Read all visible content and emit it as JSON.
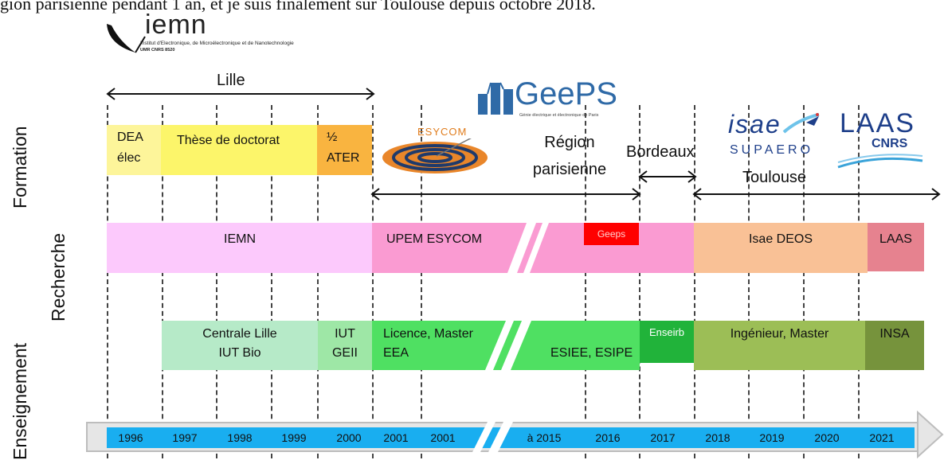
{
  "top_text": "gion parisienne pendant 1 an, et je suis finalement sur Toulouse depuis octobre 2018.",
  "row_labels": {
    "formation": "Formation",
    "recherche": "Recherche",
    "enseignement": "Enseignement"
  },
  "logos": {
    "iemn": {
      "name": "iemn",
      "subtitle": "Institut d'Electronique, de Microélectronique et de Nanotechnologie",
      "unit": "UMR CNRS 8520"
    },
    "geeps": {
      "name": "GeePS",
      "subtitle": "Génie électrique et électronique de Paris"
    },
    "esycom": {
      "name": "ESYCOM"
    },
    "isae": {
      "line1": "isae",
      "line2": "SUPAERO"
    },
    "laas": {
      "line1": "LAAS",
      "line2": "CNRS"
    }
  },
  "regions": {
    "lille": "Lille",
    "paris_line1": "Région",
    "paris_line2": "parisienne",
    "bordeaux": "Bordeaux",
    "toulouse": "Toulouse"
  },
  "formation": {
    "dea_line1": "DEA",
    "dea_line2": "élec",
    "these": "Thèse de doctorat",
    "ater_line1": "½",
    "ater_line2": "ATER"
  },
  "recherche": {
    "iemn": "IEMN",
    "upem": "UPEM ESYCOM",
    "geeps": "Geeps",
    "isae": "Isae DEOS",
    "laas": "LAAS"
  },
  "enseignement": {
    "centrale_line1": "Centrale Lille",
    "centrale_line2": "IUT Bio",
    "iut_line1": "IUT",
    "iut_line2": "GEII",
    "licence_line1": "Licence, Master",
    "licence_line2": "EEA",
    "esiee": "ESIEE, ESIPE",
    "enseirb": "Enseirb",
    "ingenieur": "Ingénieur, Master",
    "insa": "INSA"
  },
  "years": [
    "1996",
    "1997",
    "1998",
    "1999",
    "2000",
    "2001",
    "2001",
    "à 2015",
    "2016",
    "2017",
    "2018",
    "2019",
    "2020",
    "2021"
  ],
  "colors": {
    "formation_dea": "#fdf59a",
    "formation_these": "#fcf56a",
    "formation_ater": "#f9b440",
    "recherche_iemn": "#fcc9fc",
    "recherche_upem": "#fa9bd2",
    "recherche_geeps": "#ff0000",
    "recherche_isae": "#f9c196",
    "recherche_laas": "#e6828f",
    "ens_centrale": "#b6eac8",
    "ens_iut": "#9ee7a6",
    "ens_licence": "#4fe062",
    "ens_enseirb": "#21b33a",
    "ens_ingenieur": "#9cbe56",
    "ens_insa": "#76933c",
    "timeline": "#19aef0"
  }
}
